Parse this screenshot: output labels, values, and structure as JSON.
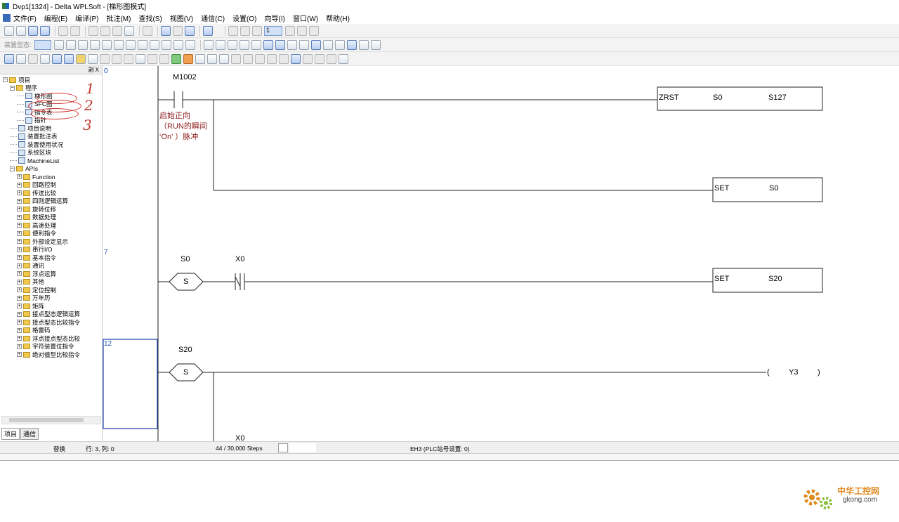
{
  "window": {
    "title": "Dvp1[1324] - Delta WPLSoft - [梯形图模式]"
  },
  "menu": [
    "文件(F)",
    "编程(E)",
    "编译(P)",
    "批注(M)",
    "查找(S)",
    "视图(V)",
    "通信(C)",
    "设置(O)",
    "向导(I)",
    "窗口(W)",
    "帮助(H)"
  ],
  "toolbar": {
    "step_value": "1",
    "device_label": "装置型态:"
  },
  "sidebar": {
    "header_label": "剥 X",
    "tree": [
      {
        "label": "项目",
        "level": 0,
        "type": "folder",
        "exp": "−"
      },
      {
        "label": "程序",
        "level": 1,
        "type": "folder",
        "exp": "−"
      },
      {
        "label": "梯形图",
        "level": 2,
        "type": "doc"
      },
      {
        "label": "SFC图",
        "level": 2,
        "type": "doc"
      },
      {
        "label": "指令表",
        "level": 2,
        "type": "doc"
      },
      {
        "label": "指针",
        "level": 2,
        "type": "doc"
      },
      {
        "label": "项目说明",
        "level": 1,
        "type": "doc"
      },
      {
        "label": "装置批注表",
        "level": 1,
        "type": "doc"
      },
      {
        "label": "装置使用状况",
        "level": 1,
        "type": "doc"
      },
      {
        "label": "系统区块",
        "level": 1,
        "type": "doc"
      },
      {
        "label": "MachineList",
        "level": 1,
        "type": "doc"
      },
      {
        "label": "APIs",
        "level": 1,
        "type": "folder",
        "exp": "−"
      },
      {
        "label": "Function",
        "level": 2,
        "type": "folder",
        "exp": "+"
      },
      {
        "label": "回路控制",
        "level": 2,
        "type": "folder",
        "exp": "+"
      },
      {
        "label": "传送比较",
        "level": 2,
        "type": "folder",
        "exp": "+"
      },
      {
        "label": "四则逻辑运算",
        "level": 2,
        "type": "folder",
        "exp": "+"
      },
      {
        "label": "旋转位移",
        "level": 2,
        "type": "folder",
        "exp": "+"
      },
      {
        "label": "数据处理",
        "level": 2,
        "type": "folder",
        "exp": "+"
      },
      {
        "label": "高速处理",
        "level": 2,
        "type": "folder",
        "exp": "+"
      },
      {
        "label": "便利指令",
        "level": 2,
        "type": "folder",
        "exp": "+"
      },
      {
        "label": "外部设定显示",
        "level": 2,
        "type": "folder",
        "exp": "+"
      },
      {
        "label": "串行I/O",
        "level": 2,
        "type": "folder",
        "exp": "+"
      },
      {
        "label": "基本指令",
        "level": 2,
        "type": "folder",
        "exp": "+"
      },
      {
        "label": "通讯",
        "level": 2,
        "type": "folder",
        "exp": "+"
      },
      {
        "label": "浮点运算",
        "level": 2,
        "type": "folder",
        "exp": "+"
      },
      {
        "label": "其他",
        "level": 2,
        "type": "folder",
        "exp": "+"
      },
      {
        "label": "定位控制",
        "level": 2,
        "type": "folder",
        "exp": "+"
      },
      {
        "label": "万年历",
        "level": 2,
        "type": "folder",
        "exp": "+"
      },
      {
        "label": "矩阵",
        "level": 2,
        "type": "folder",
        "exp": "+"
      },
      {
        "label": "接点型态逻辑运算",
        "level": 2,
        "type": "folder",
        "exp": "+"
      },
      {
        "label": "接点型态比较指令",
        "level": 2,
        "type": "folder",
        "exp": "+"
      },
      {
        "label": "格雷码",
        "level": 2,
        "type": "folder",
        "exp": "+"
      },
      {
        "label": "浮点接点型态比较",
        "level": 2,
        "type": "folder",
        "exp": "+"
      },
      {
        "label": "字符装置位指令",
        "level": 2,
        "type": "folder",
        "exp": "+"
      },
      {
        "label": "绝对值型比较指令",
        "level": 2,
        "type": "folder",
        "exp": "+"
      }
    ],
    "annotations": [
      "1",
      "2",
      "3"
    ],
    "tabs": [
      "项目",
      "通信"
    ]
  },
  "ladder": {
    "steps": [
      "0",
      "7",
      "12"
    ],
    "contacts": [
      "M1002",
      "S0",
      "X0",
      "S20",
      "X0"
    ],
    "comment": "启始正向（RUN的瞬间 ‘On’ ）脉冲",
    "boxes": [
      {
        "op": "ZRST",
        "args": [
          "S0",
          "S127"
        ]
      },
      {
        "op": "SET",
        "args": [
          "S0"
        ]
      },
      {
        "op": "SET",
        "args": [
          "S20"
        ]
      }
    ],
    "stl_label": "S",
    "coil": {
      "open": "(",
      "name": "Y3",
      "close": ")"
    }
  },
  "status": {
    "mode": "替换",
    "position": "行: 3, 列: 0",
    "steps": "44 / 30,000 Steps",
    "plc": "EH3 (PLC站号设置: 0)"
  },
  "watermark": {
    "cn": "中华工控网",
    "en": "gkong.com"
  },
  "colors": {
    "step_number": "#1a4fb0",
    "comment": "#8b1a1a",
    "annotation": "#c0392b",
    "watermark": "#e08a1e"
  }
}
